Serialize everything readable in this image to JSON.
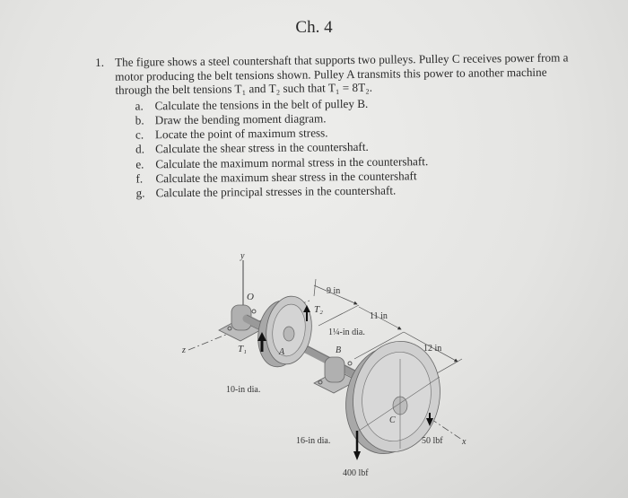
{
  "title": "Ch. 4",
  "problem": {
    "number": "1.",
    "text": "The figure shows a steel countershaft that supports two pulleys. Pulley C receives power from a motor producing the belt tensions shown. Pulley A transmits this power to another machine through the belt tensions T₁ and T₂ such that T₁ = 8T₂.",
    "items": [
      {
        "letter": "a.",
        "text": "Calculate the tensions in the belt of pulley B."
      },
      {
        "letter": "b.",
        "text": "Draw the bending moment diagram."
      },
      {
        "letter": "c.",
        "text": "Locate the point of maximum stress."
      },
      {
        "letter": "d.",
        "text": "Calculate the shear stress in the countershaft."
      },
      {
        "letter": "e.",
        "text": "Calculate the maximum normal stress in the countershaft."
      },
      {
        "letter": "f.",
        "text": "Calculate the maximum shear stress in the countershaft"
      },
      {
        "letter": "g.",
        "text": "Calculate the principal stresses in the countershaft."
      }
    ]
  },
  "figure": {
    "y_axis": "y",
    "z_axis": "z",
    "x_axis": "x",
    "origin": "O",
    "t1": "T₁",
    "t2": "T₂",
    "dim_9": "9 in",
    "dim_11": "11 in",
    "dim_12": "12 in",
    "shaft_dia": "1¼-in dia.",
    "pulley_a": "A",
    "bearing_b": "B",
    "pulley_c": "C",
    "a_dia": "10-in dia.",
    "c_dia": "16-in dia.",
    "force_50": "50 lbf",
    "force_400": "400 lbf"
  }
}
